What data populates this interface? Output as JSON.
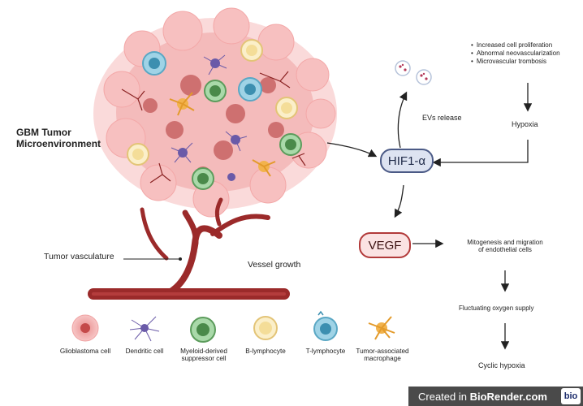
{
  "title": "GBM Tumor Microenvironment",
  "labels": {
    "tumor_title_line1": "GBM Tumor",
    "tumor_title_line2": "Microenvironment",
    "tumor_vasculature": "Tumor vasculature",
    "vessel_growth": "Vessel growth",
    "evs_release": "EVs release",
    "hypoxia": "Hypoxia",
    "hif": "HIF1-α",
    "vegf": "VEGF",
    "mitogenesis_line1": "Mitogenesis and migration",
    "mitogenesis_line2": "of endothelial cells",
    "fluctuating": "Fluctuating oxygen supply",
    "cyclic_hypoxia": "Cyclic hypoxia"
  },
  "bullets": [
    "Increased cell proliferation",
    "Abnormal neovascularization",
    "Microvascular trombosis"
  ],
  "legend": [
    {
      "label": "Glioblastoma cell",
      "icon": "glioblastoma-cell-icon"
    },
    {
      "label": "Dendritic cell",
      "icon": "dendritic-cell-icon"
    },
    {
      "label": "Myeloid-derived suppressor  cell",
      "icon": "mdsc-icon"
    },
    {
      "label": "B-lymphocyte",
      "icon": "b-lymphocyte-icon"
    },
    {
      "label": "T-lymphocyte",
      "icon": "t-lymphocyte-icon"
    },
    {
      "label": "Tumor-associated macrophage",
      "icon": "macrophage-icon"
    }
  ],
  "footer": {
    "prefix": "Created in ",
    "brand": "BioRender.com",
    "logo": "bio"
  },
  "colors": {
    "vessel": "#9b2a2a",
    "tumor_pink": "#f4b8b8",
    "hif_fill": "#dde3f1",
    "hif_border": "#4b5a86",
    "vegf_fill": "#fbe3e3",
    "vegf_border": "#b23a3a"
  }
}
